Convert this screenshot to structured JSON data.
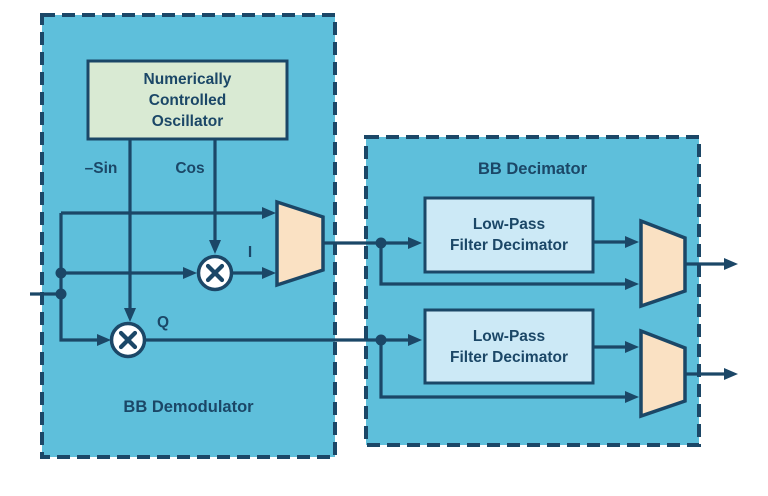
{
  "diagram": {
    "demodulator": {
      "title": "BB Demodulator",
      "nco_line1": "Numerically",
      "nco_line2": "Controlled",
      "nco_line3": "Oscillator",
      "neg_sin": "–Sin",
      "cos": "Cos",
      "i": "I",
      "q": "Q"
    },
    "decimator": {
      "title": "BB Decimator",
      "lpf1_line1": "Low-Pass",
      "lpf1_line2": "Filter Decimator",
      "lpf2_line1": "Low-Pass",
      "lpf2_line2": "Filter Decimator"
    },
    "colors": {
      "canvas": "#FFFFFF",
      "panel_fill": "#5EBFDB",
      "line_navy": "#1B4767",
      "nco_fill": "#D9EAD3",
      "lpf_fill": "#CCE9F6",
      "mux_fill": "#FAE1C3",
      "multiplier_fill": "#FFFFFF"
    }
  }
}
